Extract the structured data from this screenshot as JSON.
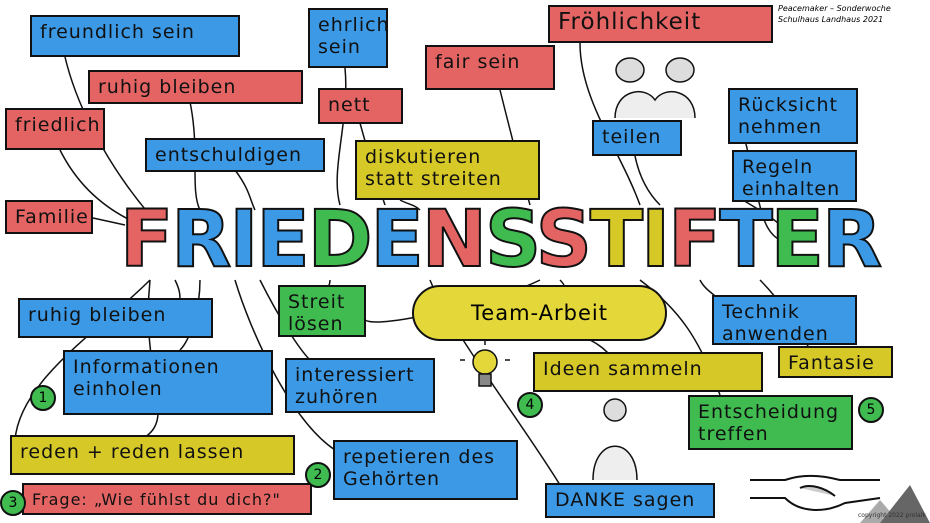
{
  "credit": {
    "line1": "Peacemaker – Sonderwoche",
    "line2": "Schulhaus Landhaus 2021"
  },
  "title": {
    "letters": [
      {
        "ch": "F",
        "color": "#e46464"
      },
      {
        "ch": "R",
        "color": "#3b99e6"
      },
      {
        "ch": "I",
        "color": "#3b99e6"
      },
      {
        "ch": "E",
        "color": "#3b99e6"
      },
      {
        "ch": "D",
        "color": "#3fbb50"
      },
      {
        "ch": "E",
        "color": "#3b99e6"
      },
      {
        "ch": "N",
        "color": "#e46464"
      },
      {
        "ch": "S",
        "color": "#3fbb50"
      },
      {
        "ch": "S",
        "color": "#e46464"
      },
      {
        "ch": "T",
        "color": "#d6c826"
      },
      {
        "ch": "I",
        "color": "#d6c826"
      },
      {
        "ch": "F",
        "color": "#e46464"
      },
      {
        "ch": "T",
        "color": "#3b99e6"
      },
      {
        "ch": "E",
        "color": "#3fbb50"
      },
      {
        "ch": "R",
        "color": "#3b99e6"
      }
    ]
  },
  "boxes": {
    "freundlich": "freundlich sein",
    "ruhig_top": "ruhig bleiben",
    "friedlich": "friedlich",
    "entschuldigen": "entschuldigen",
    "familie": "Familie",
    "ehrlich": "ehrlich sein",
    "nett": "nett",
    "diskutieren": "diskutieren statt streiten",
    "fair": "fair sein",
    "froehlichkeit": "Fröhlichkeit",
    "teilen": "teilen",
    "ruecksicht": "Rücksicht nehmen",
    "regeln": "Regeln einhalten",
    "streit": "Streit lösen",
    "team": "Team-Arbeit",
    "ruhig_bottom": "ruhig bleiben",
    "technik": "Technik anwenden",
    "informationen": "Informationen einholen",
    "interessiert": "interessiert zuhören",
    "ideen": "Ideen sammeln",
    "fantasie": "Fantasie",
    "entscheidung": "Entscheidung treffen",
    "reden": "reden + reden lassen",
    "repetieren": "repetieren des Gehörten",
    "danke": "DANKE sagen",
    "frage": "Frage: „Wie fühlst du dich?\""
  },
  "steps": [
    "1",
    "2",
    "3",
    "4",
    "5"
  ],
  "copyright": "copyright 2022 prolalk"
}
